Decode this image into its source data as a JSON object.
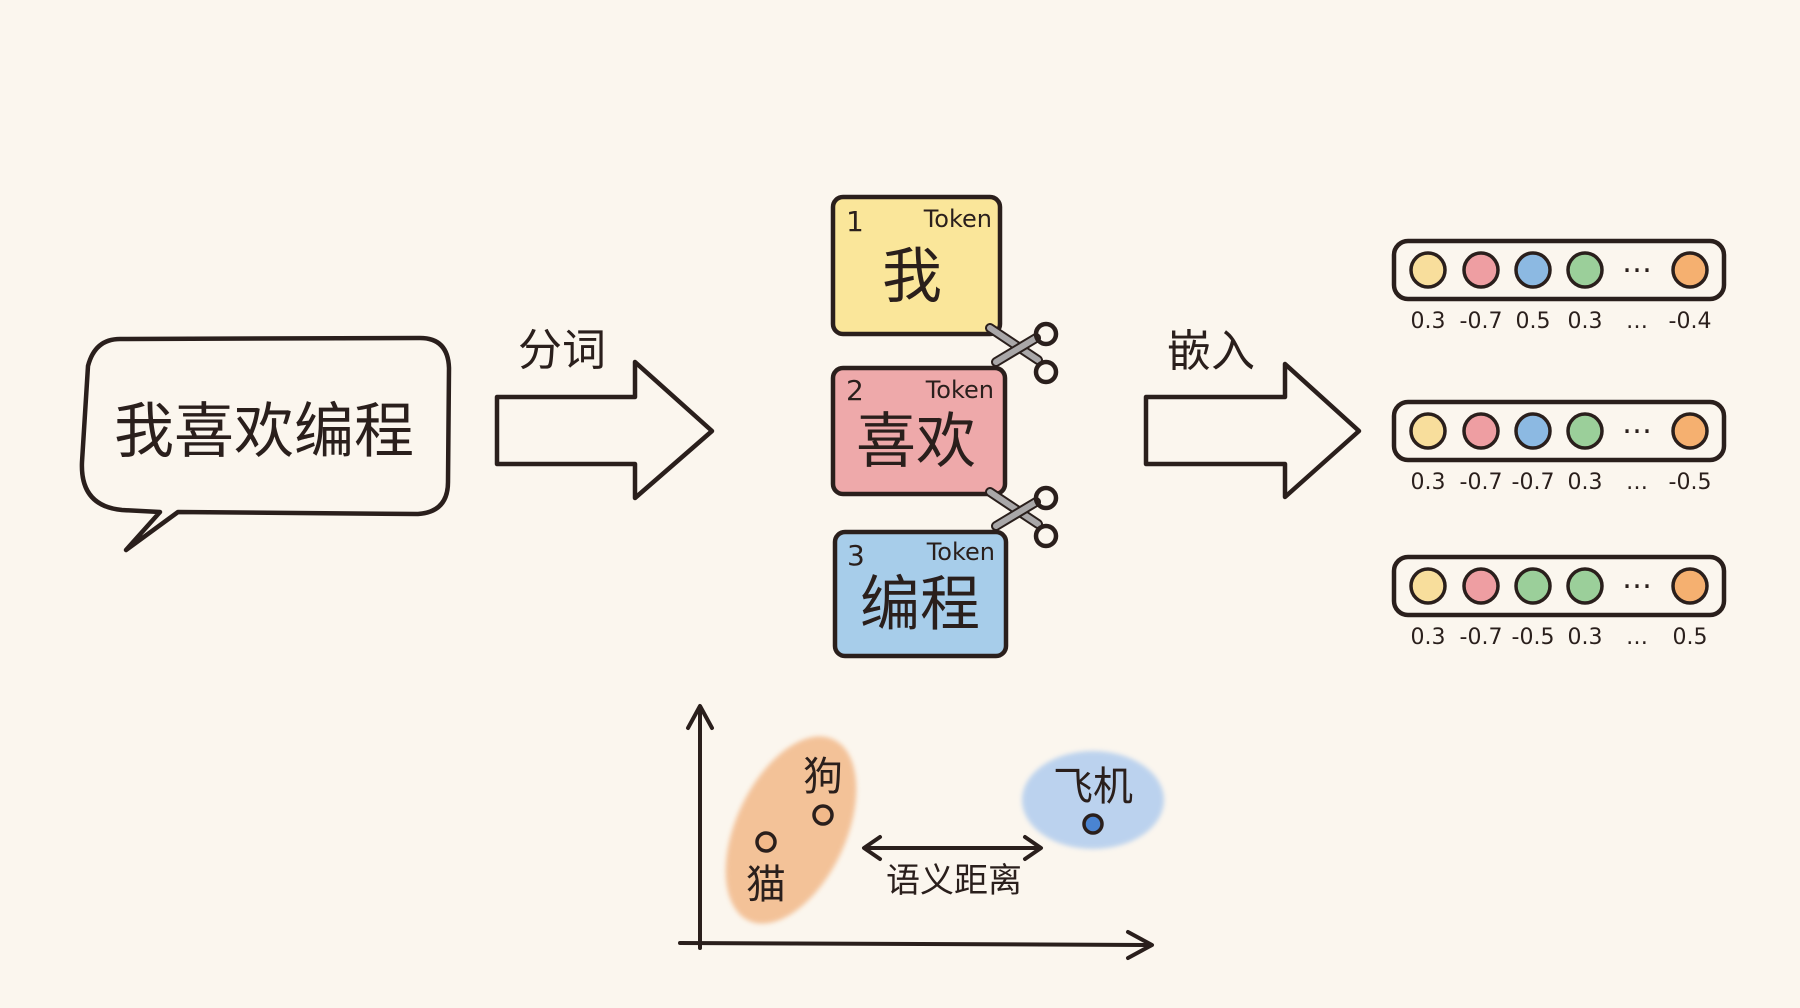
{
  "input": {
    "sentence": "我喜欢编程"
  },
  "steps": {
    "tokenize_label": "分词",
    "embed_label": "嵌入"
  },
  "tokens": [
    {
      "index": "1",
      "tag": "Token",
      "text": "我",
      "color": "#fae69a"
    },
    {
      "index": "2",
      "tag": "Token",
      "text": "喜欢",
      "color": "#eea9aa"
    },
    {
      "index": "3",
      "tag": "Token",
      "text": "编程",
      "color": "#a7cdea"
    }
  ],
  "vectors": [
    {
      "dot_colors": [
        "#f8de9c",
        "#ee9ea2",
        "#8cb9e2",
        "#9bcf9a",
        "#f5b070"
      ],
      "values": [
        "0.3",
        "-0.7",
        "0.5",
        "0.3",
        "-0.4"
      ],
      "ellipsis": "…"
    },
    {
      "dot_colors": [
        "#f8de9c",
        "#ee9ea2",
        "#8cb9e2",
        "#9bcf9a",
        "#f5b070"
      ],
      "values": [
        "0.3",
        "-0.7",
        "-0.7",
        "0.3",
        "-0.5"
      ],
      "ellipsis": "…"
    },
    {
      "dot_colors": [
        "#f8de9c",
        "#ee9ea2",
        "#9bcf9a",
        "#9bcf9a",
        "#f5b070"
      ],
      "values": [
        "0.3",
        "-0.7",
        "-0.5",
        "0.3",
        "0.5"
      ],
      "ellipsis": "…"
    }
  ],
  "semantic_space": {
    "cluster_animals": {
      "words": [
        "狗",
        "猫"
      ],
      "color": "#f2b98a"
    },
    "cluster_vehicle": {
      "words": [
        "飞机"
      ],
      "color": "#b5cfee"
    },
    "distance_label": "语义距离"
  },
  "colors": {
    "ink": "#2a1f1c",
    "background": "#fbf6ee"
  }
}
